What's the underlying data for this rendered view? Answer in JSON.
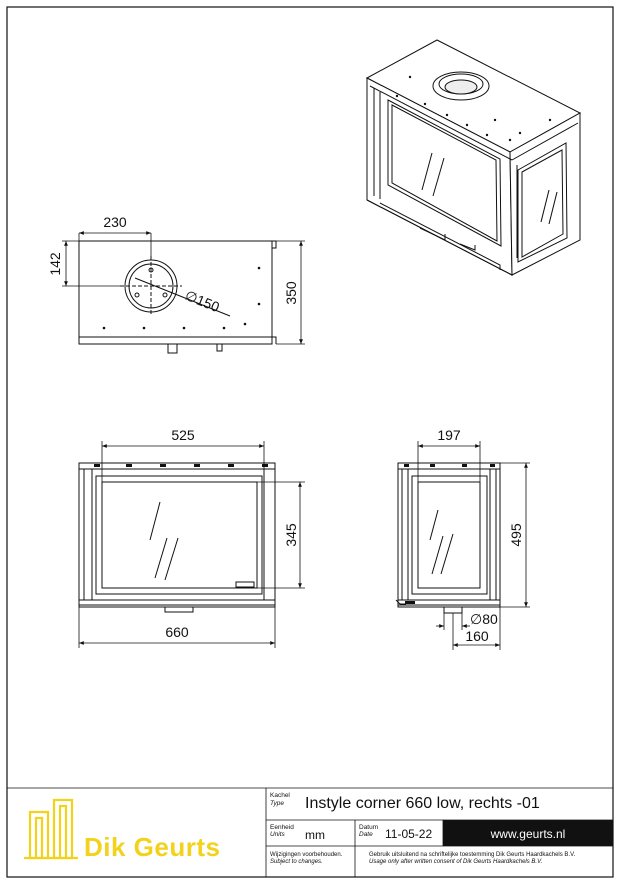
{
  "dimensions": {
    "top_width_offset": "230",
    "top_flue_offset": "142",
    "top_flue_diameter": "∅150",
    "top_depth": "350",
    "front_glass_width": "525",
    "front_glass_height": "345",
    "front_total_width": "660",
    "side_glass_width": "197",
    "side_total_height": "495",
    "side_air_diameter": "∅80",
    "side_air_offset": "160"
  },
  "title_block": {
    "type_label": "Kachel",
    "type_label_en": "Type",
    "type_value": "Instyle corner 660 low, rechts -01",
    "units_label": "Eenheid",
    "units_label_en": "Units",
    "units_value": "mm",
    "date_label": "Datum",
    "date_label_en": "Date",
    "date_value": "11-05-22",
    "website": "www.geurts.nl",
    "changes_nl": "Wijzigingen voorbehouden.",
    "changes_en": "Subject to changes.",
    "consent_nl": "Gebruik uitsluitend na schriftelijke toestemming Dik Geurts Haardkachels B.V.",
    "consent_en": "Usage only after written consent of Dik Geurts Haardkachels B.V."
  },
  "logo": {
    "brand": "Dik Geurts",
    "color": "#f2d21b"
  }
}
